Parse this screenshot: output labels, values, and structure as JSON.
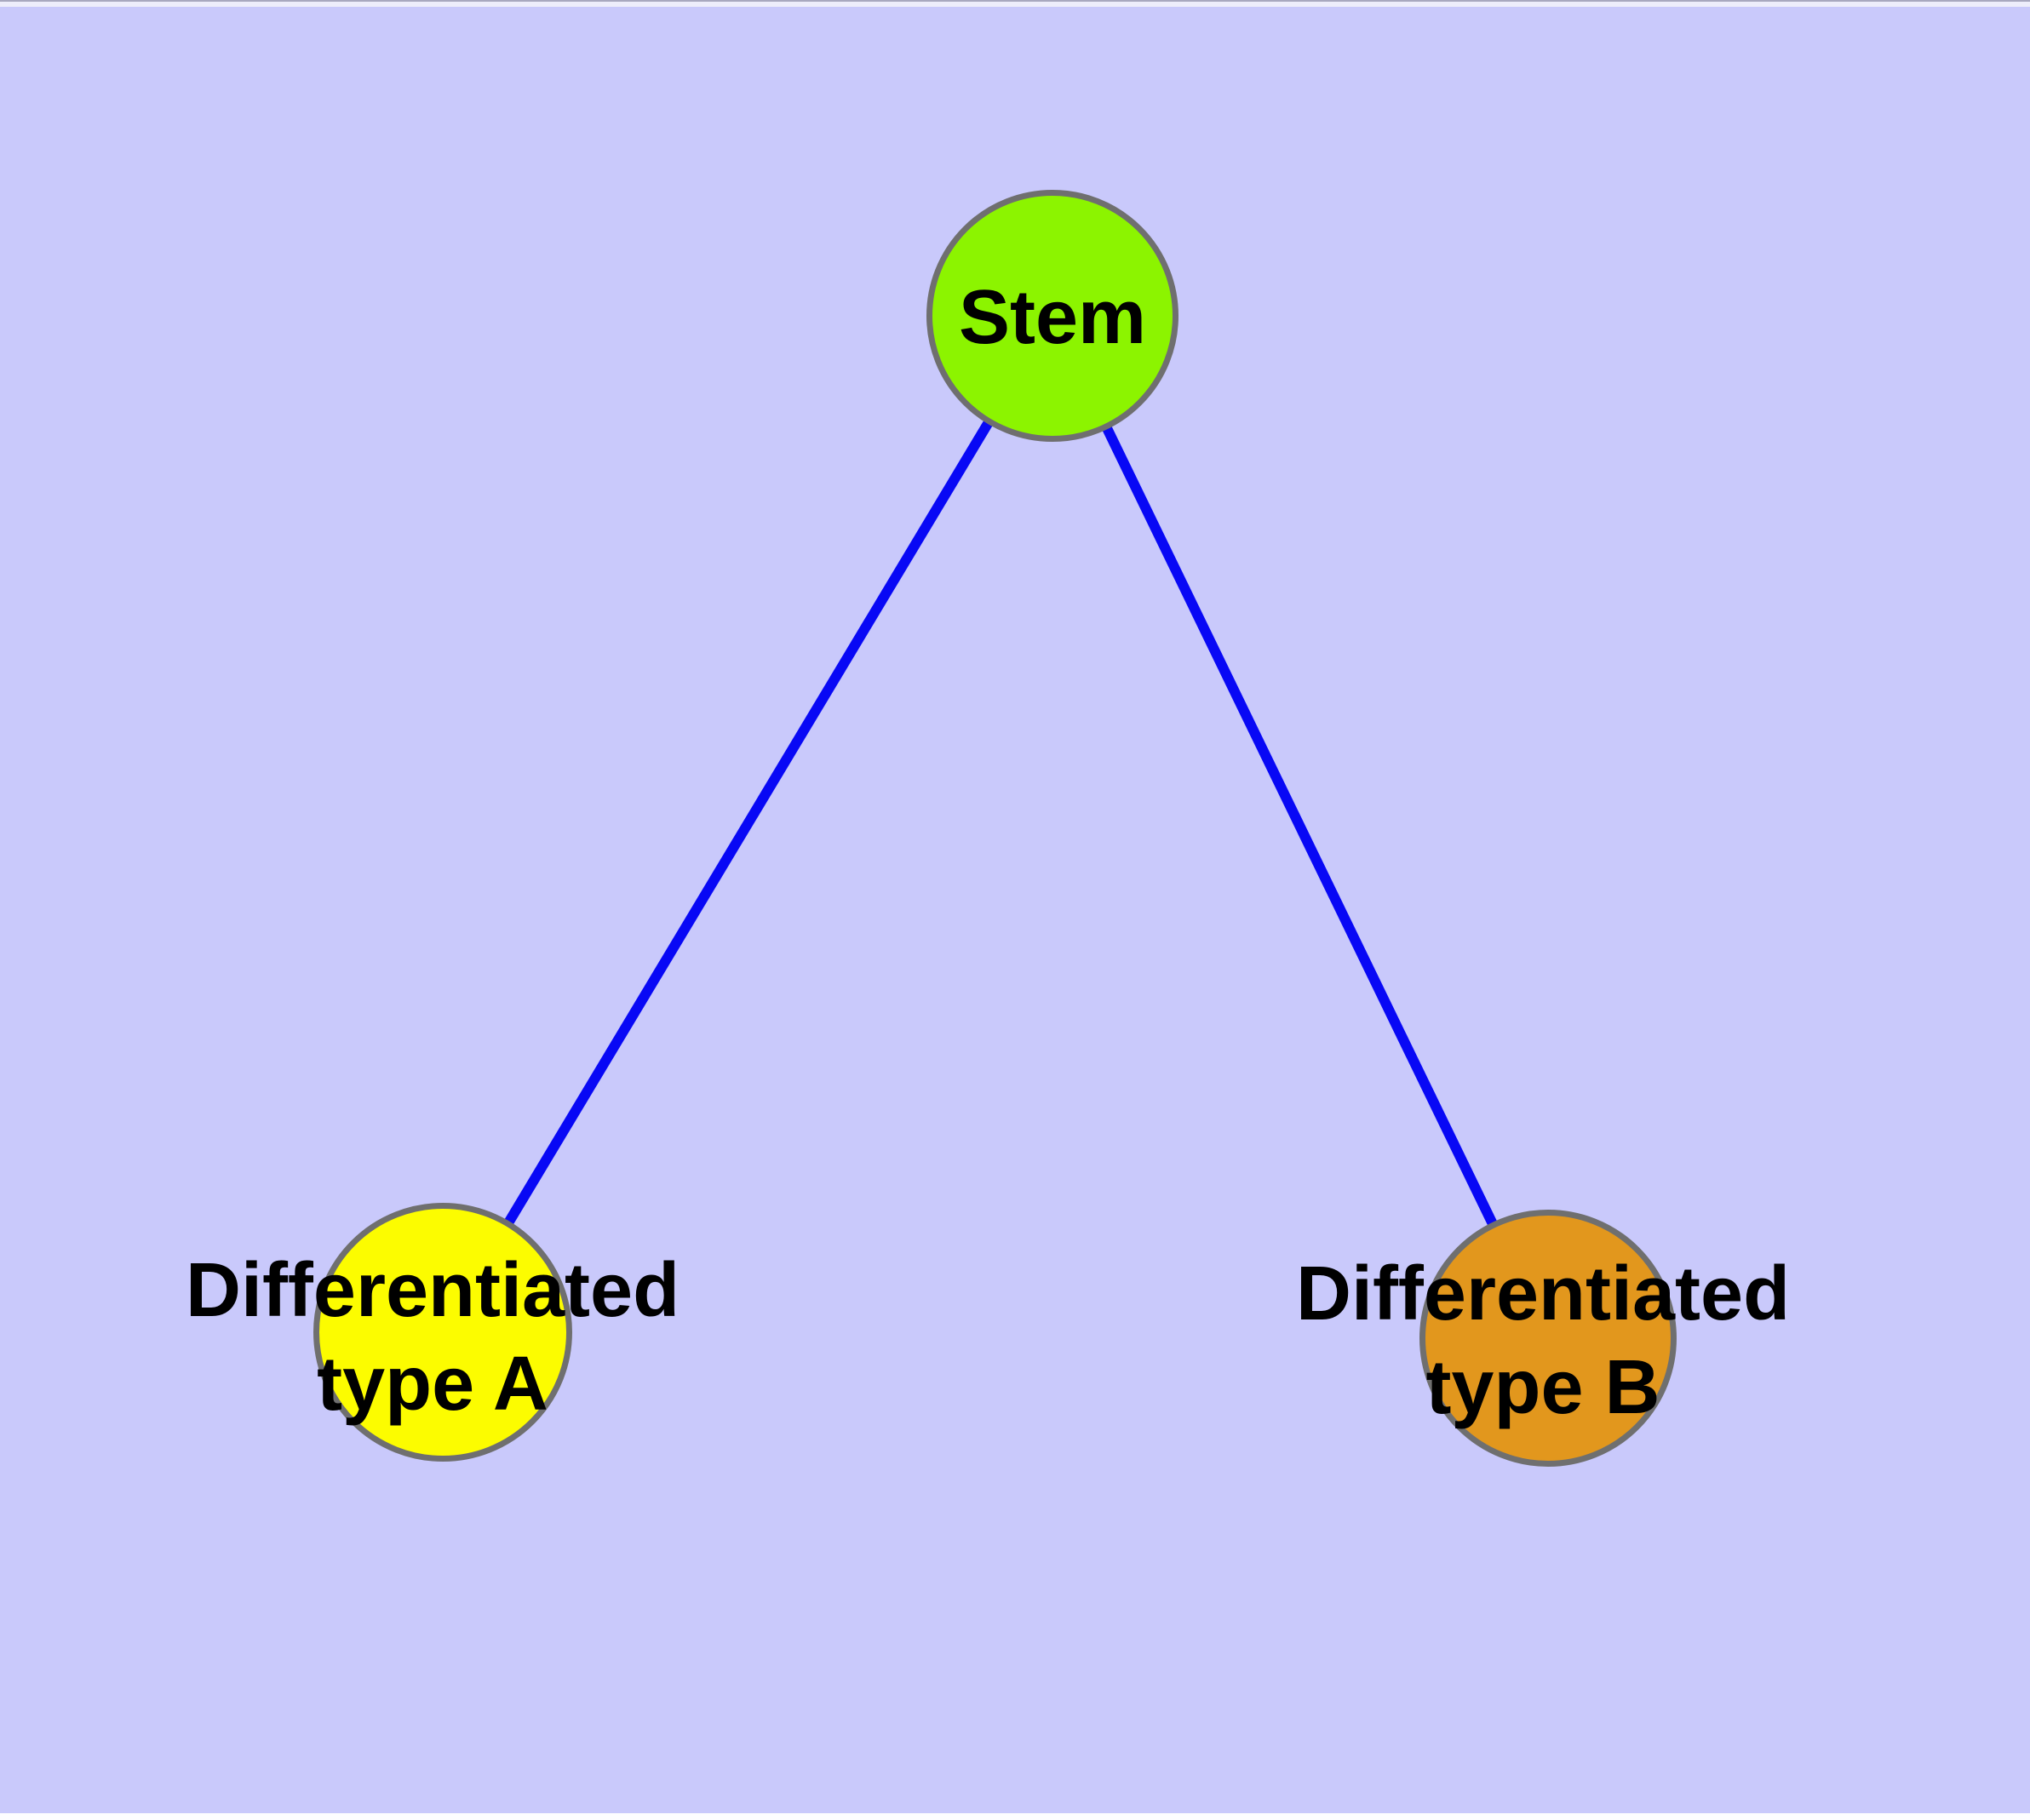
{
  "diagram": {
    "background_color": "#c9c9fb",
    "edge_color": "#0808f5",
    "node_border_color": "#6f6f6f",
    "text_color": "#000000",
    "nodes": [
      {
        "id": "stem",
        "label": "Stem",
        "fill": "#8cf400"
      },
      {
        "id": "diff-a",
        "label": "Differentiated\ntype A",
        "fill": "#fcfc00"
      },
      {
        "id": "diff-b",
        "label": "Differentiated\ntype B",
        "fill": "#e2971d"
      }
    ],
    "edges": [
      {
        "from": "stem",
        "to": "diff-a"
      },
      {
        "from": "stem",
        "to": "diff-b"
      }
    ]
  }
}
